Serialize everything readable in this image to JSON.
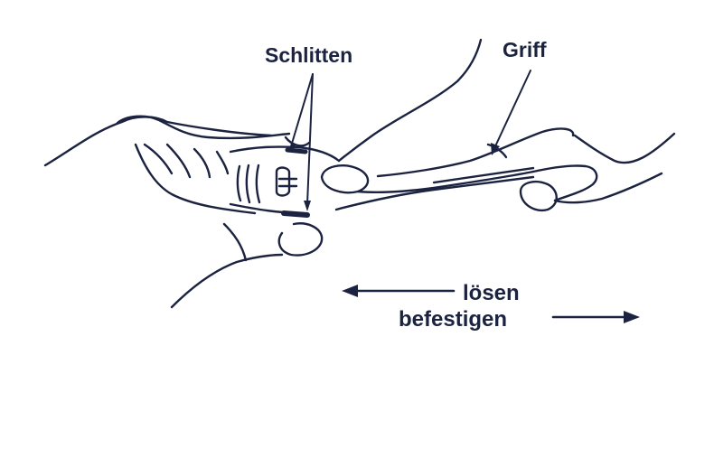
{
  "labels": {
    "schlitten": "Schlitten",
    "griff": "Griff",
    "loesen": "lösen",
    "befestigen": "befestigen"
  },
  "colors": {
    "ink": "#1c2340",
    "background": "#ffffff"
  }
}
